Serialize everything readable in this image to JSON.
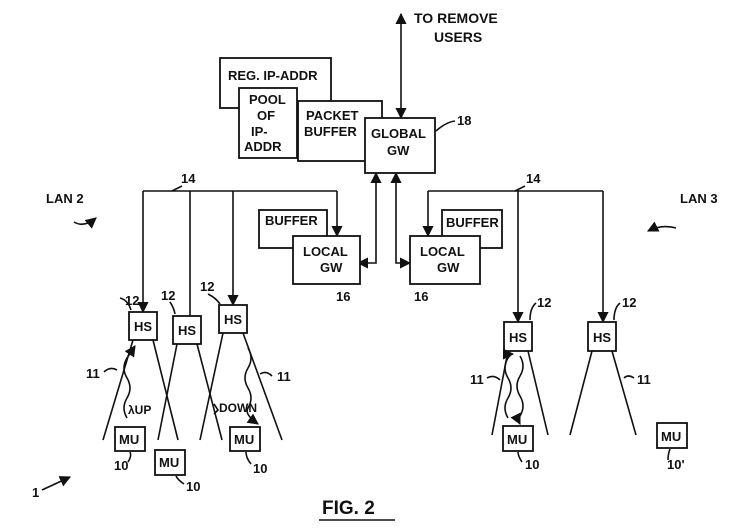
{
  "top_note": {
    "line1": "TO REMOVE",
    "line2": "USERS"
  },
  "boxes": {
    "reg_ip": "REG. IP-ADDR",
    "pool": [
      "POOL",
      "OF",
      "IP-",
      "ADDR"
    ],
    "packet_buffer": [
      "PACKET",
      "BUFFER"
    ],
    "global_gw": [
      "GLOBAL",
      "GW"
    ],
    "buffer": "BUFFER",
    "local_gw": [
      "LOCAL",
      "GW"
    ],
    "hs": "HS",
    "mu": "MU"
  },
  "labels": {
    "n18": "18",
    "n14": "14",
    "n12": "12",
    "n16": "16",
    "n11": "11",
    "n10": "10",
    "n10p": "10'",
    "n1": "1",
    "lan2": "LAN 2",
    "lan3": "LAN 3",
    "up": "λUP",
    "down": "DOWN",
    "fig": "FIG. 2"
  }
}
